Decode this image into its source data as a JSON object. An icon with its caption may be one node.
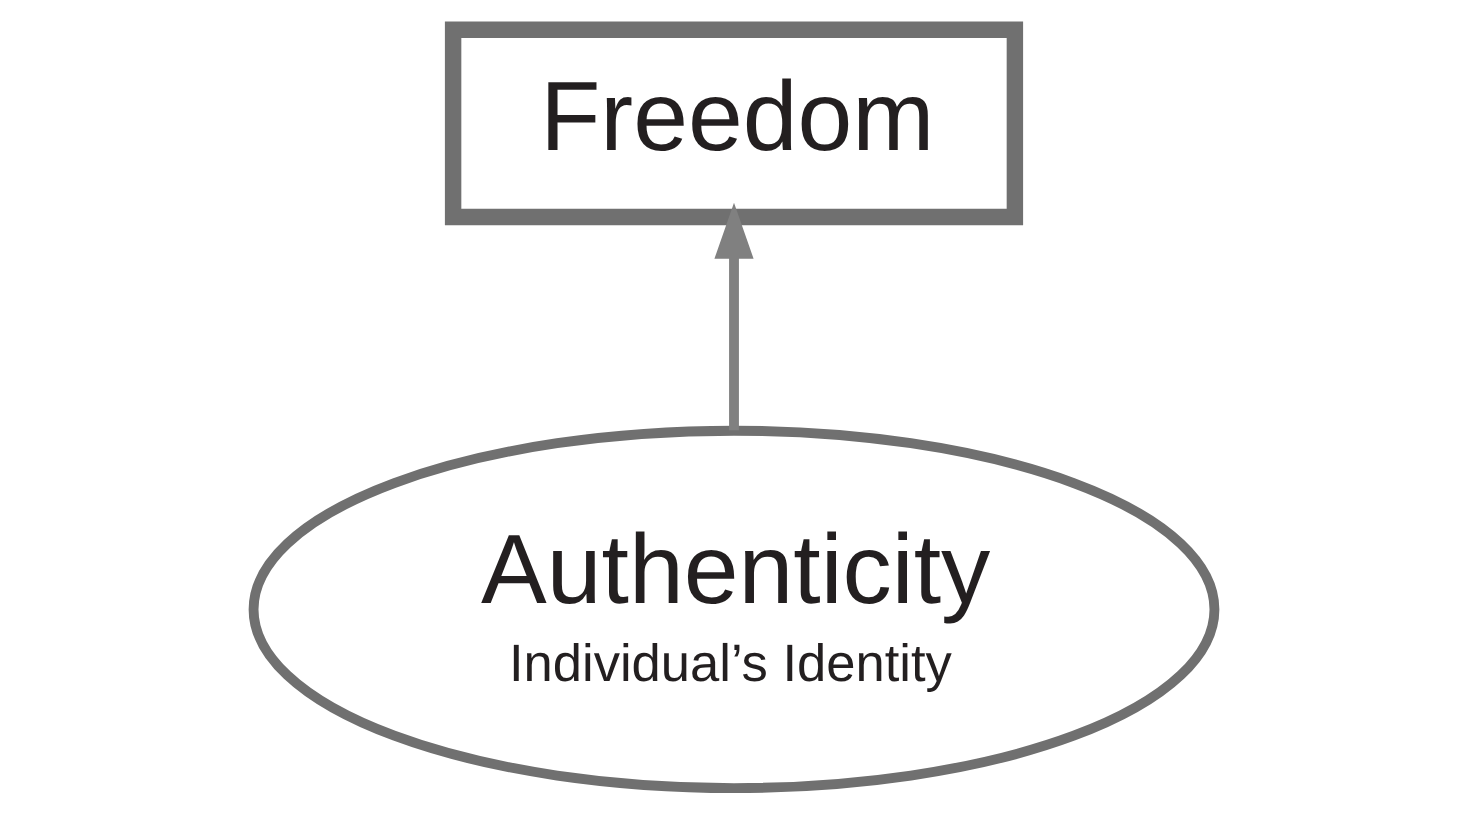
{
  "diagram": {
    "nodes": [
      {
        "text": [
          "Authenticity",
          "Individual’s Identity"
        ]
      },
      {
        "text": [
          "Freedom"
        ]
      }
    ],
    "edges": [
      {
        "from": 0,
        "to": 1,
        "arrow": "to"
      }
    ]
  }
}
